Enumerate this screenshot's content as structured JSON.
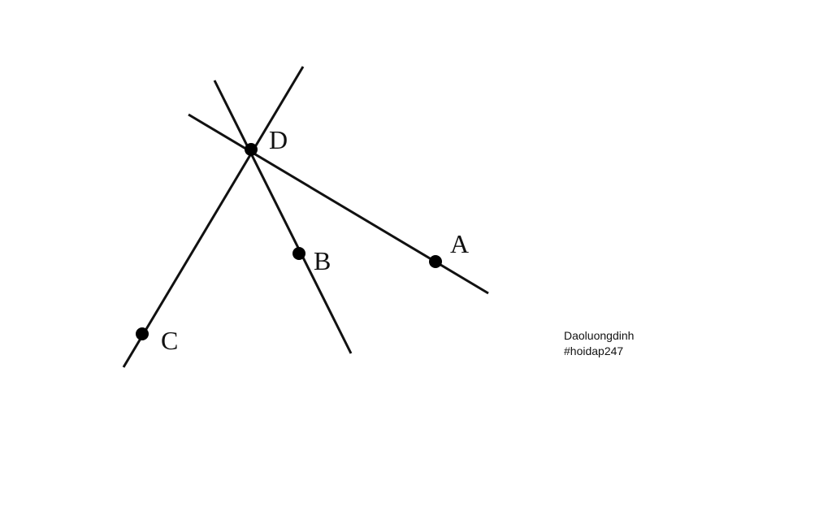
{
  "figure": {
    "points": [
      {
        "id": "D",
        "label": "D"
      },
      {
        "id": "A",
        "label": "A"
      },
      {
        "id": "B",
        "label": "B"
      },
      {
        "id": "C",
        "label": "C"
      }
    ],
    "lines": [
      {
        "through": [
          "D",
          "A"
        ]
      },
      {
        "through": [
          "D",
          "B"
        ]
      },
      {
        "through": [
          "D",
          "C"
        ]
      }
    ]
  },
  "watermark": {
    "author": "Daoluongdinh",
    "tag": "#hoidap247"
  }
}
